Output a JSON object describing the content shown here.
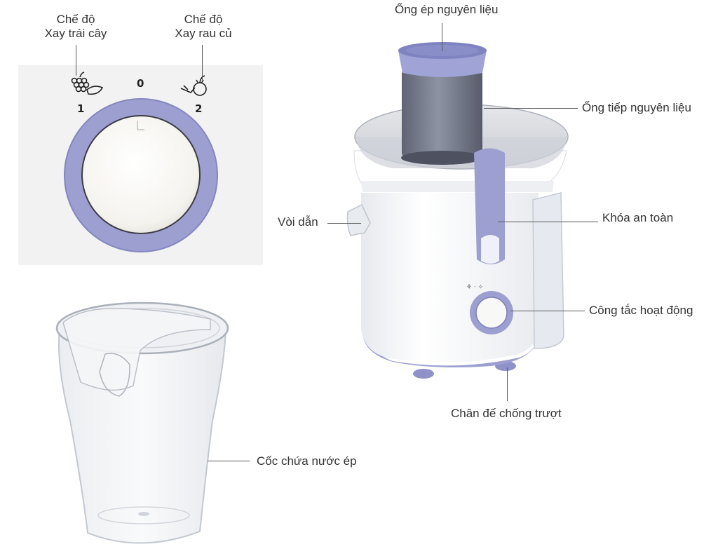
{
  "callouts": {
    "mode_fruit": {
      "line1": "Chế độ",
      "line2": "Xay trái cây"
    },
    "mode_veg": {
      "line1": "Chế độ",
      "line2": "Xay rau củ"
    },
    "pusher": "Ống ép nguyên liệu",
    "feed_tube": "Ống tiếp nguyên liệu",
    "spout": "Vòi dẫn",
    "safety_lock": "Khóa an toàn",
    "power_switch": "Công tắc hoạt động",
    "anti_slip_feet": "Chân đế chống trượt",
    "juice_jug": "Cốc chứa nước ép"
  },
  "dial_positions": {
    "off": "0",
    "fruit": "1",
    "veg": "2"
  },
  "icons": {
    "fruit": "grapes-fruit-icon",
    "veg": "carrot-vegetable-icon"
  },
  "colors": {
    "accent": "#9d9fd0",
    "accent_dark": "#7e81bd",
    "body": "#f7f8fa",
    "panel": "#f1f2f1"
  }
}
